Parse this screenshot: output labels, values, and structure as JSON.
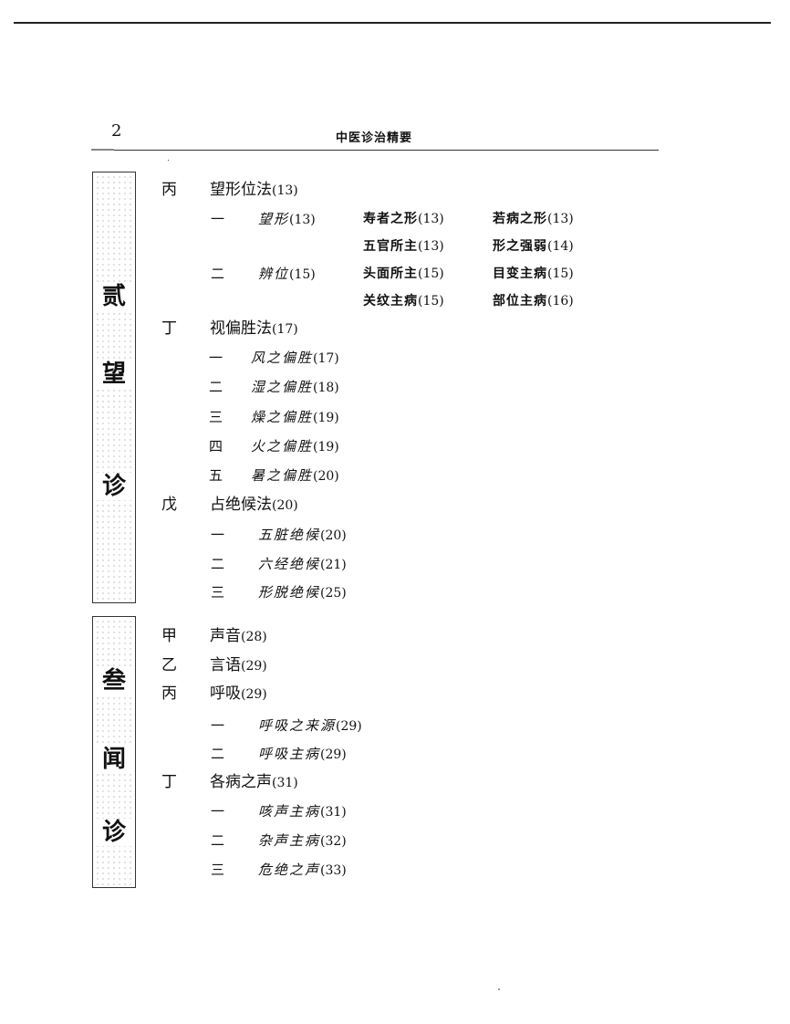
{
  "header": {
    "page_number": "2",
    "running_title": "中医诊治精要"
  },
  "sections": [
    {
      "label_chars": [
        "贰",
        "望",
        "诊"
      ],
      "entries": [
        {
          "marker": "丙",
          "title": "望形位法",
          "page": "(13)",
          "children": [
            {
              "marker": "一",
              "title": "望形",
              "page": "(13)",
              "subs": [
                {
                  "title": "寿者之形",
                  "page": "(13)"
                },
                {
                  "title": "若病之形",
                  "page": "(13)"
                },
                {
                  "title": "五官所主",
                  "page": "(13)"
                },
                {
                  "title": "形之强弱",
                  "page": "(14)"
                }
              ]
            },
            {
              "marker": "二",
              "title": "辨位",
              "page": "(15)",
              "subs": [
                {
                  "title": "头面所主",
                  "page": "(15)"
                },
                {
                  "title": "目变主病",
                  "page": "(15)"
                },
                {
                  "title": "关纹主病",
                  "page": "(15)"
                },
                {
                  "title": "部位主病",
                  "page": "(16)"
                }
              ]
            }
          ]
        },
        {
          "marker": "丁",
          "title": "视偏胜法",
          "page": "(17)",
          "children": [
            {
              "marker": "一",
              "title": "风之偏胜",
              "page": "(17)"
            },
            {
              "marker": "二",
              "title": "湿之偏胜",
              "page": "(18)"
            },
            {
              "marker": "三",
              "title": "燥之偏胜",
              "page": "(19)"
            },
            {
              "marker": "四",
              "title": "火之偏胜",
              "page": "(19)"
            },
            {
              "marker": "五",
              "title": "暑之偏胜",
              "page": "(20)"
            }
          ]
        },
        {
          "marker": "戊",
          "title": "占绝候法",
          "page": "(20)",
          "children": [
            {
              "marker": "一",
              "title": "五脏绝候",
              "page": "(20)"
            },
            {
              "marker": "二",
              "title": "六经绝候",
              "page": "(21)"
            },
            {
              "marker": "三",
              "title": "形脱绝候",
              "page": "(25)"
            }
          ]
        }
      ]
    },
    {
      "label_chars": [
        "叁",
        "闻",
        "诊"
      ],
      "entries": [
        {
          "marker": "甲",
          "title": "声音",
          "page": "(28)"
        },
        {
          "marker": "乙",
          "title": "言语",
          "page": "(29)"
        },
        {
          "marker": "丙",
          "title": "呼吸",
          "page": "(29)",
          "children": [
            {
              "marker": "一",
              "title": "呼吸之来源",
              "page": "(29)"
            },
            {
              "marker": "二",
              "title": "呼吸主病",
              "page": "(29)"
            }
          ]
        },
        {
          "marker": "丁",
          "title": "各病之声",
          "page": "(31)",
          "children": [
            {
              "marker": "一",
              "title": "咳声主病",
              "page": "(31)"
            },
            {
              "marker": "二",
              "title": "杂声主病",
              "page": "(32)"
            },
            {
              "marker": "三",
              "title": "危绝之声",
              "page": "(33)"
            }
          ]
        }
      ]
    }
  ]
}
